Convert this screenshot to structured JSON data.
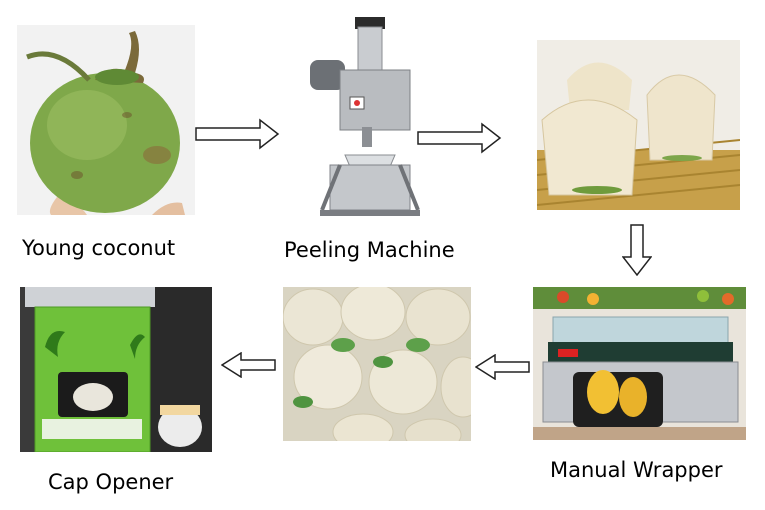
{
  "steps": [
    {
      "label": "Young coconut"
    },
    {
      "label": "Peeling Machine"
    },
    {
      "label": ""
    },
    {
      "label": "Manual Wrapper"
    },
    {
      "label": ""
    },
    {
      "label": "Cap Opener"
    }
  ],
  "arrows": [
    "right",
    "right",
    "down",
    "left",
    "left"
  ],
  "colors": {
    "arrow_fill": "#ffffff",
    "arrow_stroke": "#222222",
    "coconut_green": "#7fa84a",
    "husk": "#e9e1cc",
    "machine_steel": "#b9bcc0",
    "cap_opener_green": "#6fc13a"
  }
}
